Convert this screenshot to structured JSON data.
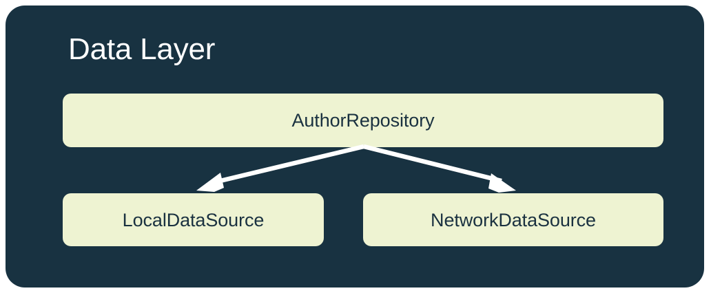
{
  "diagram": {
    "title": "Data Layer",
    "card_color": "#183241",
    "node_color": "#EEF3D2",
    "node_text_color": "#1A3140",
    "title_color": "#FFFFFF",
    "arrow_color": "#FFFFFF",
    "nodes": [
      {
        "id": "repository",
        "label": "AuthorRepository"
      },
      {
        "id": "local",
        "label": "LocalDataSource"
      },
      {
        "id": "network",
        "label": "NetworkDataSource"
      }
    ],
    "edges": [
      {
        "from": "repository",
        "to": "local",
        "direction": "down-left",
        "style": "solid-arrow"
      },
      {
        "from": "repository",
        "to": "network",
        "direction": "down-right",
        "style": "solid-arrow"
      }
    ]
  }
}
